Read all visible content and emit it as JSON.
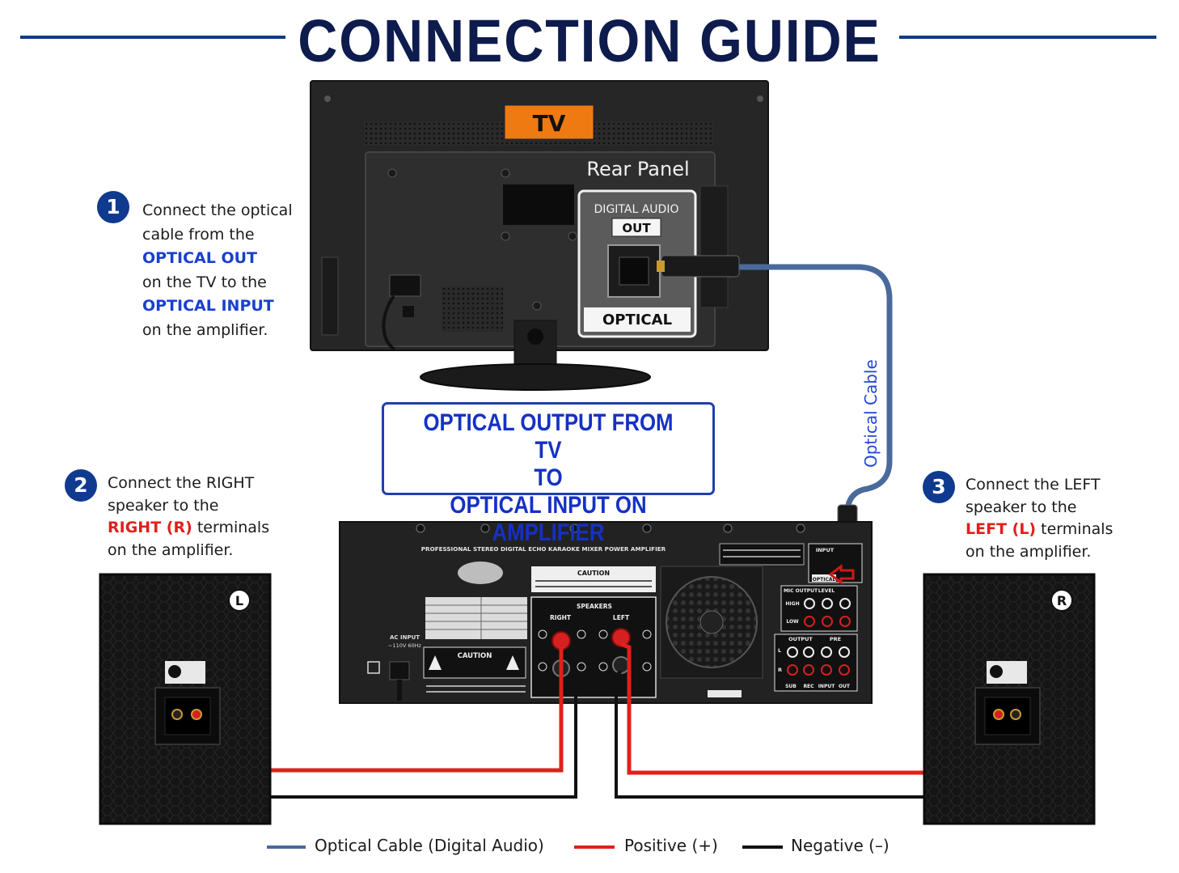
{
  "title": "CONNECTION GUIDE",
  "tv": {
    "label": "TV",
    "panel_title": "Rear Panel",
    "port_header": "DIGITAL AUDIO",
    "port_out": "OUT",
    "port_name": "OPTICAL"
  },
  "cable_label": "Optical Cable",
  "callout": {
    "line1": "OPTICAL OUTPUT FROM TV",
    "line2": "TO",
    "line3": "OPTICAL INPUT ON AMPLIFIER"
  },
  "steps": [
    {
      "number": "1",
      "lines": [
        "Connect the optical",
        "cable from the",
        "OPTICAL OUT",
        "on the TV to the",
        "OPTICAL INPUT",
        "on the amplifier."
      ]
    },
    {
      "number": "2",
      "line1": "Connect the RIGHT",
      "line2": "speaker to the",
      "highlight": "RIGHT (R)",
      "line3_rest": " terminals",
      "line4": "on the amplifier."
    },
    {
      "number": "3",
      "line1": "Connect the LEFT",
      "line2": "speaker to the",
      "highlight": "LEFT (L)",
      "line3_rest": " terminals",
      "line4": "on the amplifier."
    }
  ],
  "amplifier": {
    "header": "PROFESSIONAL STEREO DIGITAL ECHO KARAOKE MIXER POWER AMPLIFIER",
    "caution_title": "CAUTION",
    "speakers_label": "SPEAKERS",
    "right_label": "RIGHT",
    "left_label": "LEFT",
    "ac_input": "AC INPUT",
    "ac_voltage": "~110V 60Hz",
    "caution2": "CAUTION",
    "input_label": "INPUT",
    "optical_label": "OPTICAL",
    "mic_output": "MIC OUTPUT",
    "level": "LEVEL",
    "high": "HIGH",
    "low": "LOW",
    "output": "OUTPUT",
    "pre": "PRE",
    "sub": "SUB",
    "rec": "REC",
    "input2": "INPUT",
    "out": "OUT",
    "l": "L",
    "r": "R"
  },
  "speakers": {
    "left_badge": "L",
    "right_badge": "R"
  },
  "legend": [
    {
      "label": "Optical Cable (Digital Audio)",
      "color": "#4a6a9c"
    },
    {
      "label": "Positive (+)",
      "color": "#e0201b"
    },
    {
      "label": "Negative (–)",
      "color": "#111111"
    }
  ]
}
